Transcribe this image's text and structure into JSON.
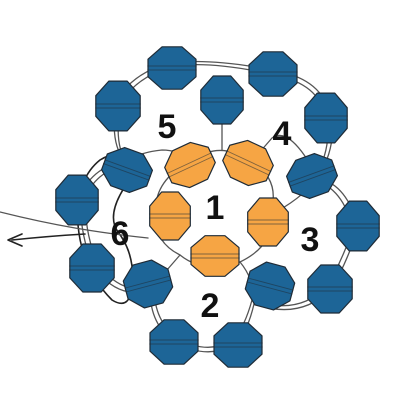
{
  "colors": {
    "blue_bead": "#1d6597",
    "orange_bead": "#f6a544",
    "thread": "#555555",
    "outline": "#1f2b36"
  },
  "labels": {
    "step_1": "1",
    "step_2": "2",
    "step_3": "3",
    "step_4": "4",
    "step_5": "5",
    "step_6": "6"
  }
}
